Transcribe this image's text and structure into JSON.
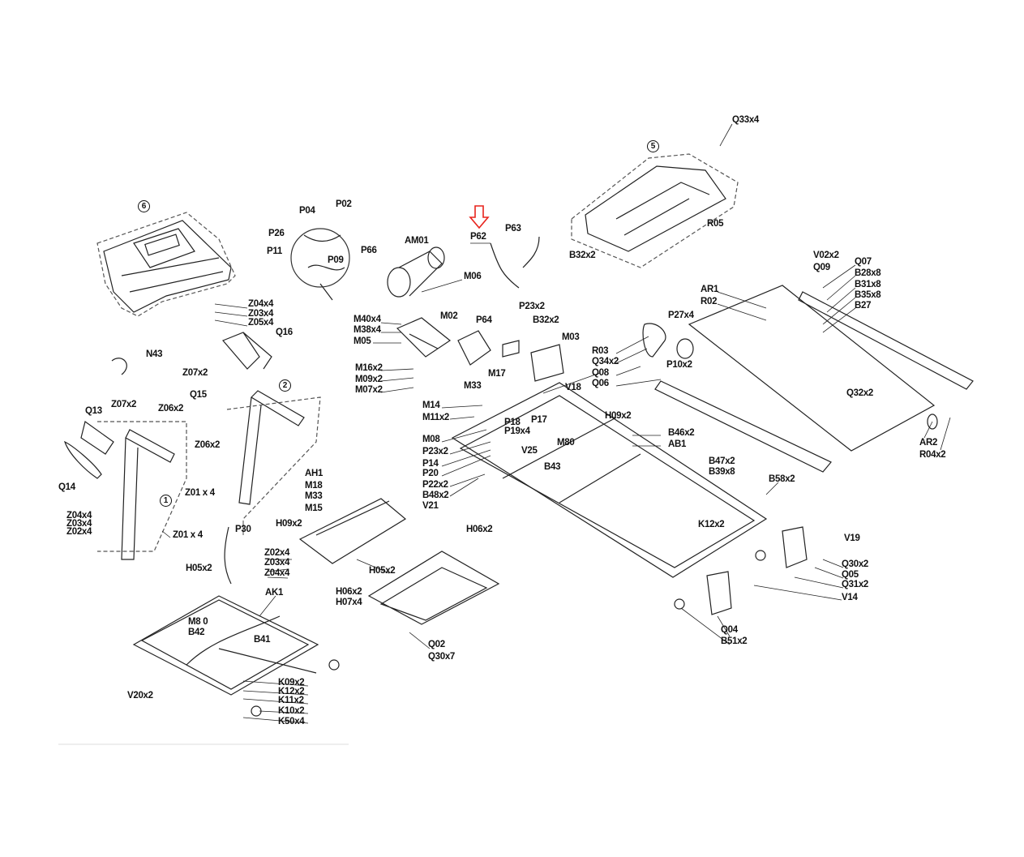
{
  "diagram": {
    "highlight_color": "#e8231c",
    "highlighted_part": "P62",
    "assembly_numbers": [
      "6",
      "2",
      "1",
      "5"
    ],
    "labels": [
      "Q33x4",
      "R05",
      "B32x2",
      "P62",
      "P63",
      "AM01",
      "M06",
      "P02",
      "P04",
      "P26",
      "P11",
      "P09",
      "P66",
      "V02x2",
      "Q09",
      "Q07",
      "B28x8",
      "AR1",
      "B31x8",
      "R02",
      "B35x8",
      "B27",
      "P27x4",
      "P23x2",
      "M02",
      "P64",
      "B32x2",
      "M40x4",
      "M38x4",
      "M05",
      "M03",
      "R03",
      "Q34x2",
      "P10x2",
      "M16x2",
      "M09x2",
      "M07x2",
      "M17",
      "M33",
      "Q08",
      "Q06",
      "V18",
      "Q32x2",
      "M14",
      "M11x2",
      "H09x2",
      "P18",
      "P17",
      "P19x4",
      "B46x2",
      "M08",
      "AB1",
      "M80",
      "P23x2",
      "V25",
      "AR2",
      "R04x2",
      "P14",
      "B47x2",
      "B43",
      "P20",
      "B39x8",
      "B58x2",
      "P22x2",
      "B48x2",
      "V21",
      "H06x2",
      "K12x2",
      "V19",
      "Q30x2",
      "Q05",
      "Q31x2",
      "V14",
      "Q04",
      "B51x2",
      "Q02",
      "Q30x7",
      "H05x2",
      "AH1",
      "M18",
      "M33",
      "M15",
      "H09x2",
      "H06x2",
      "H07x4",
      "Z02x4",
      "Z03x4",
      "Z04x4",
      "H05x2",
      "AK1",
      "M8 0",
      "B42",
      "B41",
      "K09x2",
      "K12x2",
      "K11x2",
      "K10x2",
      "K50x4",
      "V20x2",
      "P30",
      "Z01 x 4",
      "Z04x4",
      "Z03x4",
      "Z02x4",
      "Q14",
      "Q13",
      "Z07x2",
      "Z06x2",
      "Z06x2",
      "Z01 x 4",
      "Q15",
      "Z07x2",
      "Q16",
      "N43",
      "Z04x4",
      "Z03x4",
      "Z05x4"
    ]
  }
}
